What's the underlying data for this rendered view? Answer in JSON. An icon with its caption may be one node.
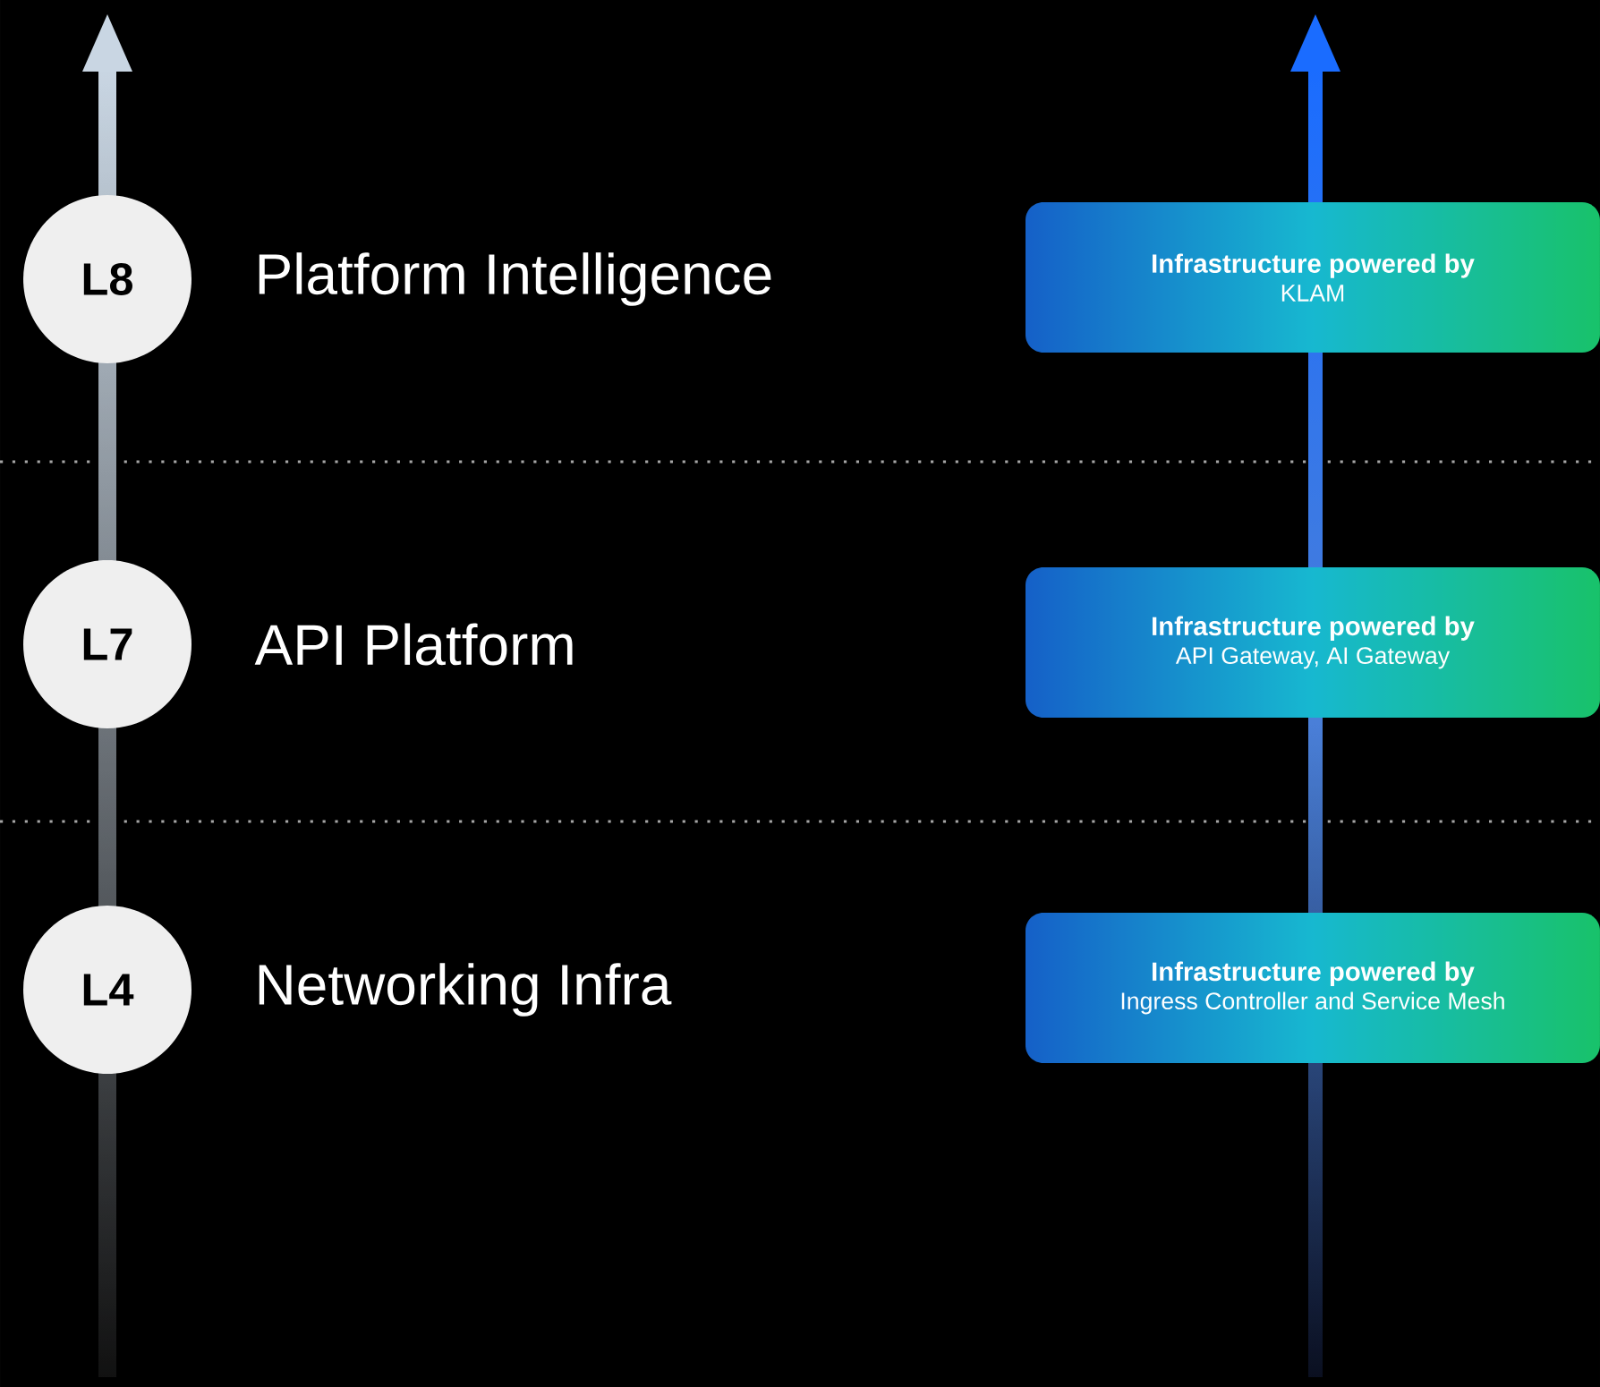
{
  "diagram": {
    "nodes": [
      {
        "text": [
          "L8"
        ],
        "beside": [
          "Platform Intelligence"
        ]
      },
      {
        "text": [
          "Infrastructure powered by",
          "KLAM"
        ]
      },
      {
        "text": [
          "L7"
        ],
        "beside": [
          "API Platform"
        ]
      },
      {
        "text": [
          "Infrastructure powered by",
          "API Gateway, AI Gateway"
        ]
      },
      {
        "text": [
          "L4"
        ],
        "beside": [
          "Networking Infra"
        ]
      },
      {
        "text": [
          "Infrastructure powered by",
          "Ingress Controller and Service Mesh"
        ]
      }
    ]
  }
}
